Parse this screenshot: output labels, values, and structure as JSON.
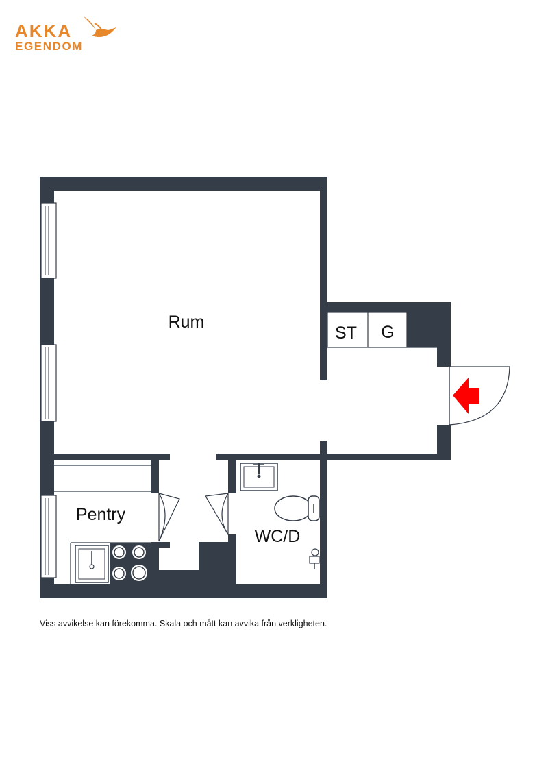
{
  "brand": {
    "line1": "AKKA",
    "line2": "EGENDOM",
    "color": "#E8862A",
    "icon": "bird-icon"
  },
  "floorplan": {
    "wall_color": "#353d49",
    "rooms": {
      "rum": "Rum",
      "st": "ST",
      "g": "G",
      "pentry": "Pentry",
      "wcd": "WC/D"
    },
    "entrance_marker": {
      "icon": "entrance-arrow-icon",
      "color": "#ff0000"
    }
  },
  "disclaimer": "Viss avvikelse kan förekomma. Skala och mått kan avvika från verkligheten."
}
